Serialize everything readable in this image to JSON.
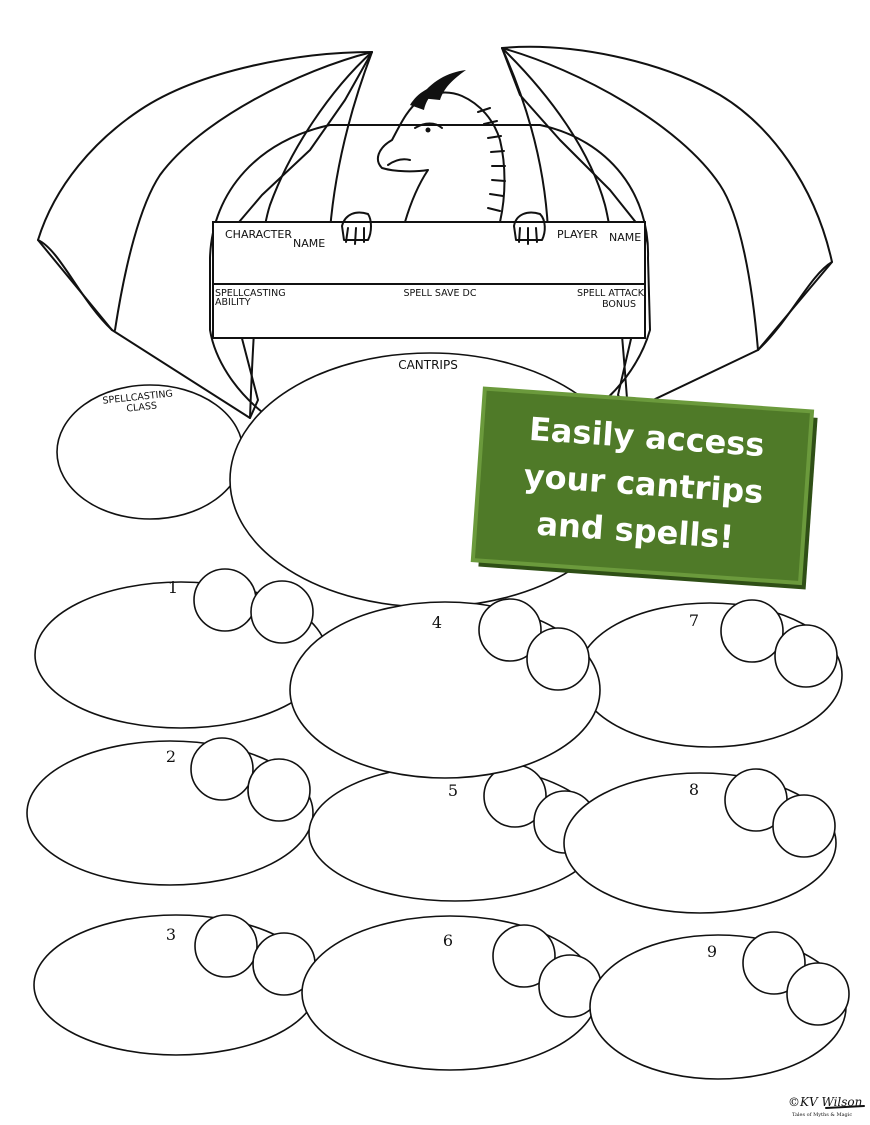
{
  "sheet": {
    "character_name_label_1": "CHARACTER",
    "character_name_label_2": "NAME",
    "player_name_label_1": "PLAYER",
    "player_name_label_2": "NAME",
    "spellcasting_ability_label_1": "SPELLCASTING",
    "spellcasting_ability_label_2": "ABILITY",
    "spell_save_dc_label": "SPELL SAVE DC",
    "spell_attack_bonus_label_1": "SPELL ATTACK",
    "spell_attack_bonus_label_2": "BONUS",
    "cantrips_label": "CANTRIPS",
    "spellcasting_class_label_1": "SPELLCASTING",
    "spellcasting_class_label_2": "CLASS"
  },
  "spell_levels": [
    "1",
    "2",
    "3",
    "4",
    "5",
    "6",
    "7",
    "8",
    "9"
  ],
  "promo": {
    "line_1": "Easily access",
    "line_2": "your cantrips",
    "line_3": "and spells!",
    "color": "#4f7a28"
  },
  "credit": {
    "copyright": "©KV Wilson",
    "subtitle": "Tales of Myths & Magic"
  }
}
